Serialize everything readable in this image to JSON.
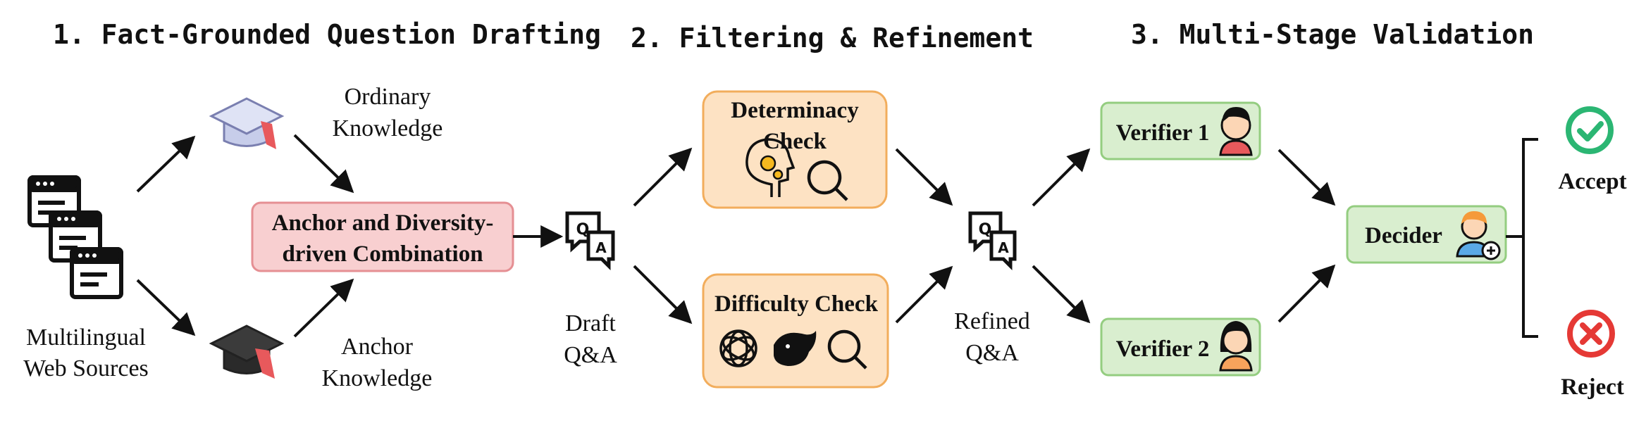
{
  "stages": [
    {
      "title": "1. Fact-Grounded Question Drafting"
    },
    {
      "title": "2. Filtering & Refinement"
    },
    {
      "title": "3. Multi-Stage Validation"
    }
  ],
  "sources": {
    "line1": "Multilingual",
    "line2": "Web Sources"
  },
  "ordinary": {
    "line1": "Ordinary",
    "line2": "Knowledge"
  },
  "anchor": {
    "line1": "Anchor",
    "line2": "Knowledge"
  },
  "combination": {
    "line1": "Anchor and Diversity-",
    "line2": "driven Combination"
  },
  "draft": {
    "line1": "Draft",
    "line2": "Q&A"
  },
  "determinacy": {
    "line1": "Determinacy",
    "line2": "Check"
  },
  "difficulty": {
    "label": "Difficulty Check"
  },
  "refined": {
    "line1": "Refined",
    "line2": "Q&A"
  },
  "verifier1": {
    "label": "Verifier 1"
  },
  "verifier2": {
    "label": "Verifier 2"
  },
  "decider": {
    "label": "Decider"
  },
  "accept": {
    "label": "Accept"
  },
  "reject": {
    "label": "Reject"
  },
  "qa_icon": {
    "q": "Q",
    "a": "A"
  },
  "colors": {
    "combination_fill": "#f8cfd0",
    "combination_stroke": "#e58f93",
    "check_fill": "#fde2c3",
    "check_stroke": "#f2ad5c",
    "verifier_fill": "#d9eecf",
    "verifier_stroke": "#94cd80",
    "accept": "#2bb673",
    "reject": "#e53935"
  }
}
